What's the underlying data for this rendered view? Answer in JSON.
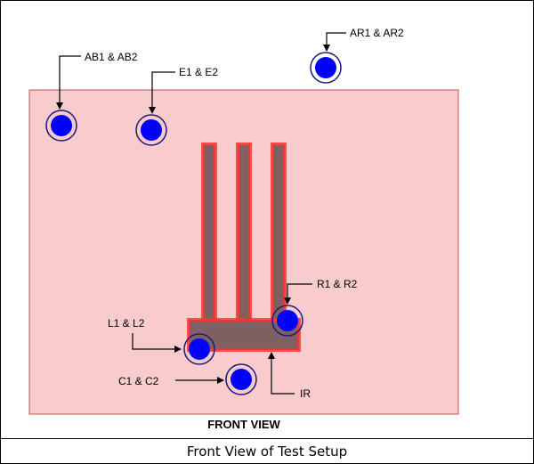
{
  "diagram": {
    "view_label": "FRONT VIEW",
    "caption": "Front View of Test Setup",
    "labels": {
      "ab": "AB1 & AB2",
      "e": "E1 & E2",
      "ar": "AR1 & AR2",
      "r": "R1 & R2",
      "l": "L1 & L2",
      "c": "C1 & C2",
      "ir": "IR"
    },
    "colors": {
      "panel_fill": "#f8cccc",
      "panel_stroke": "#b85450",
      "sensor_blue": "#0000ff",
      "sensor_ring": "#1a1a7a",
      "rod_fill": "#7f6060",
      "rod_highlight": "#ff3333"
    }
  }
}
